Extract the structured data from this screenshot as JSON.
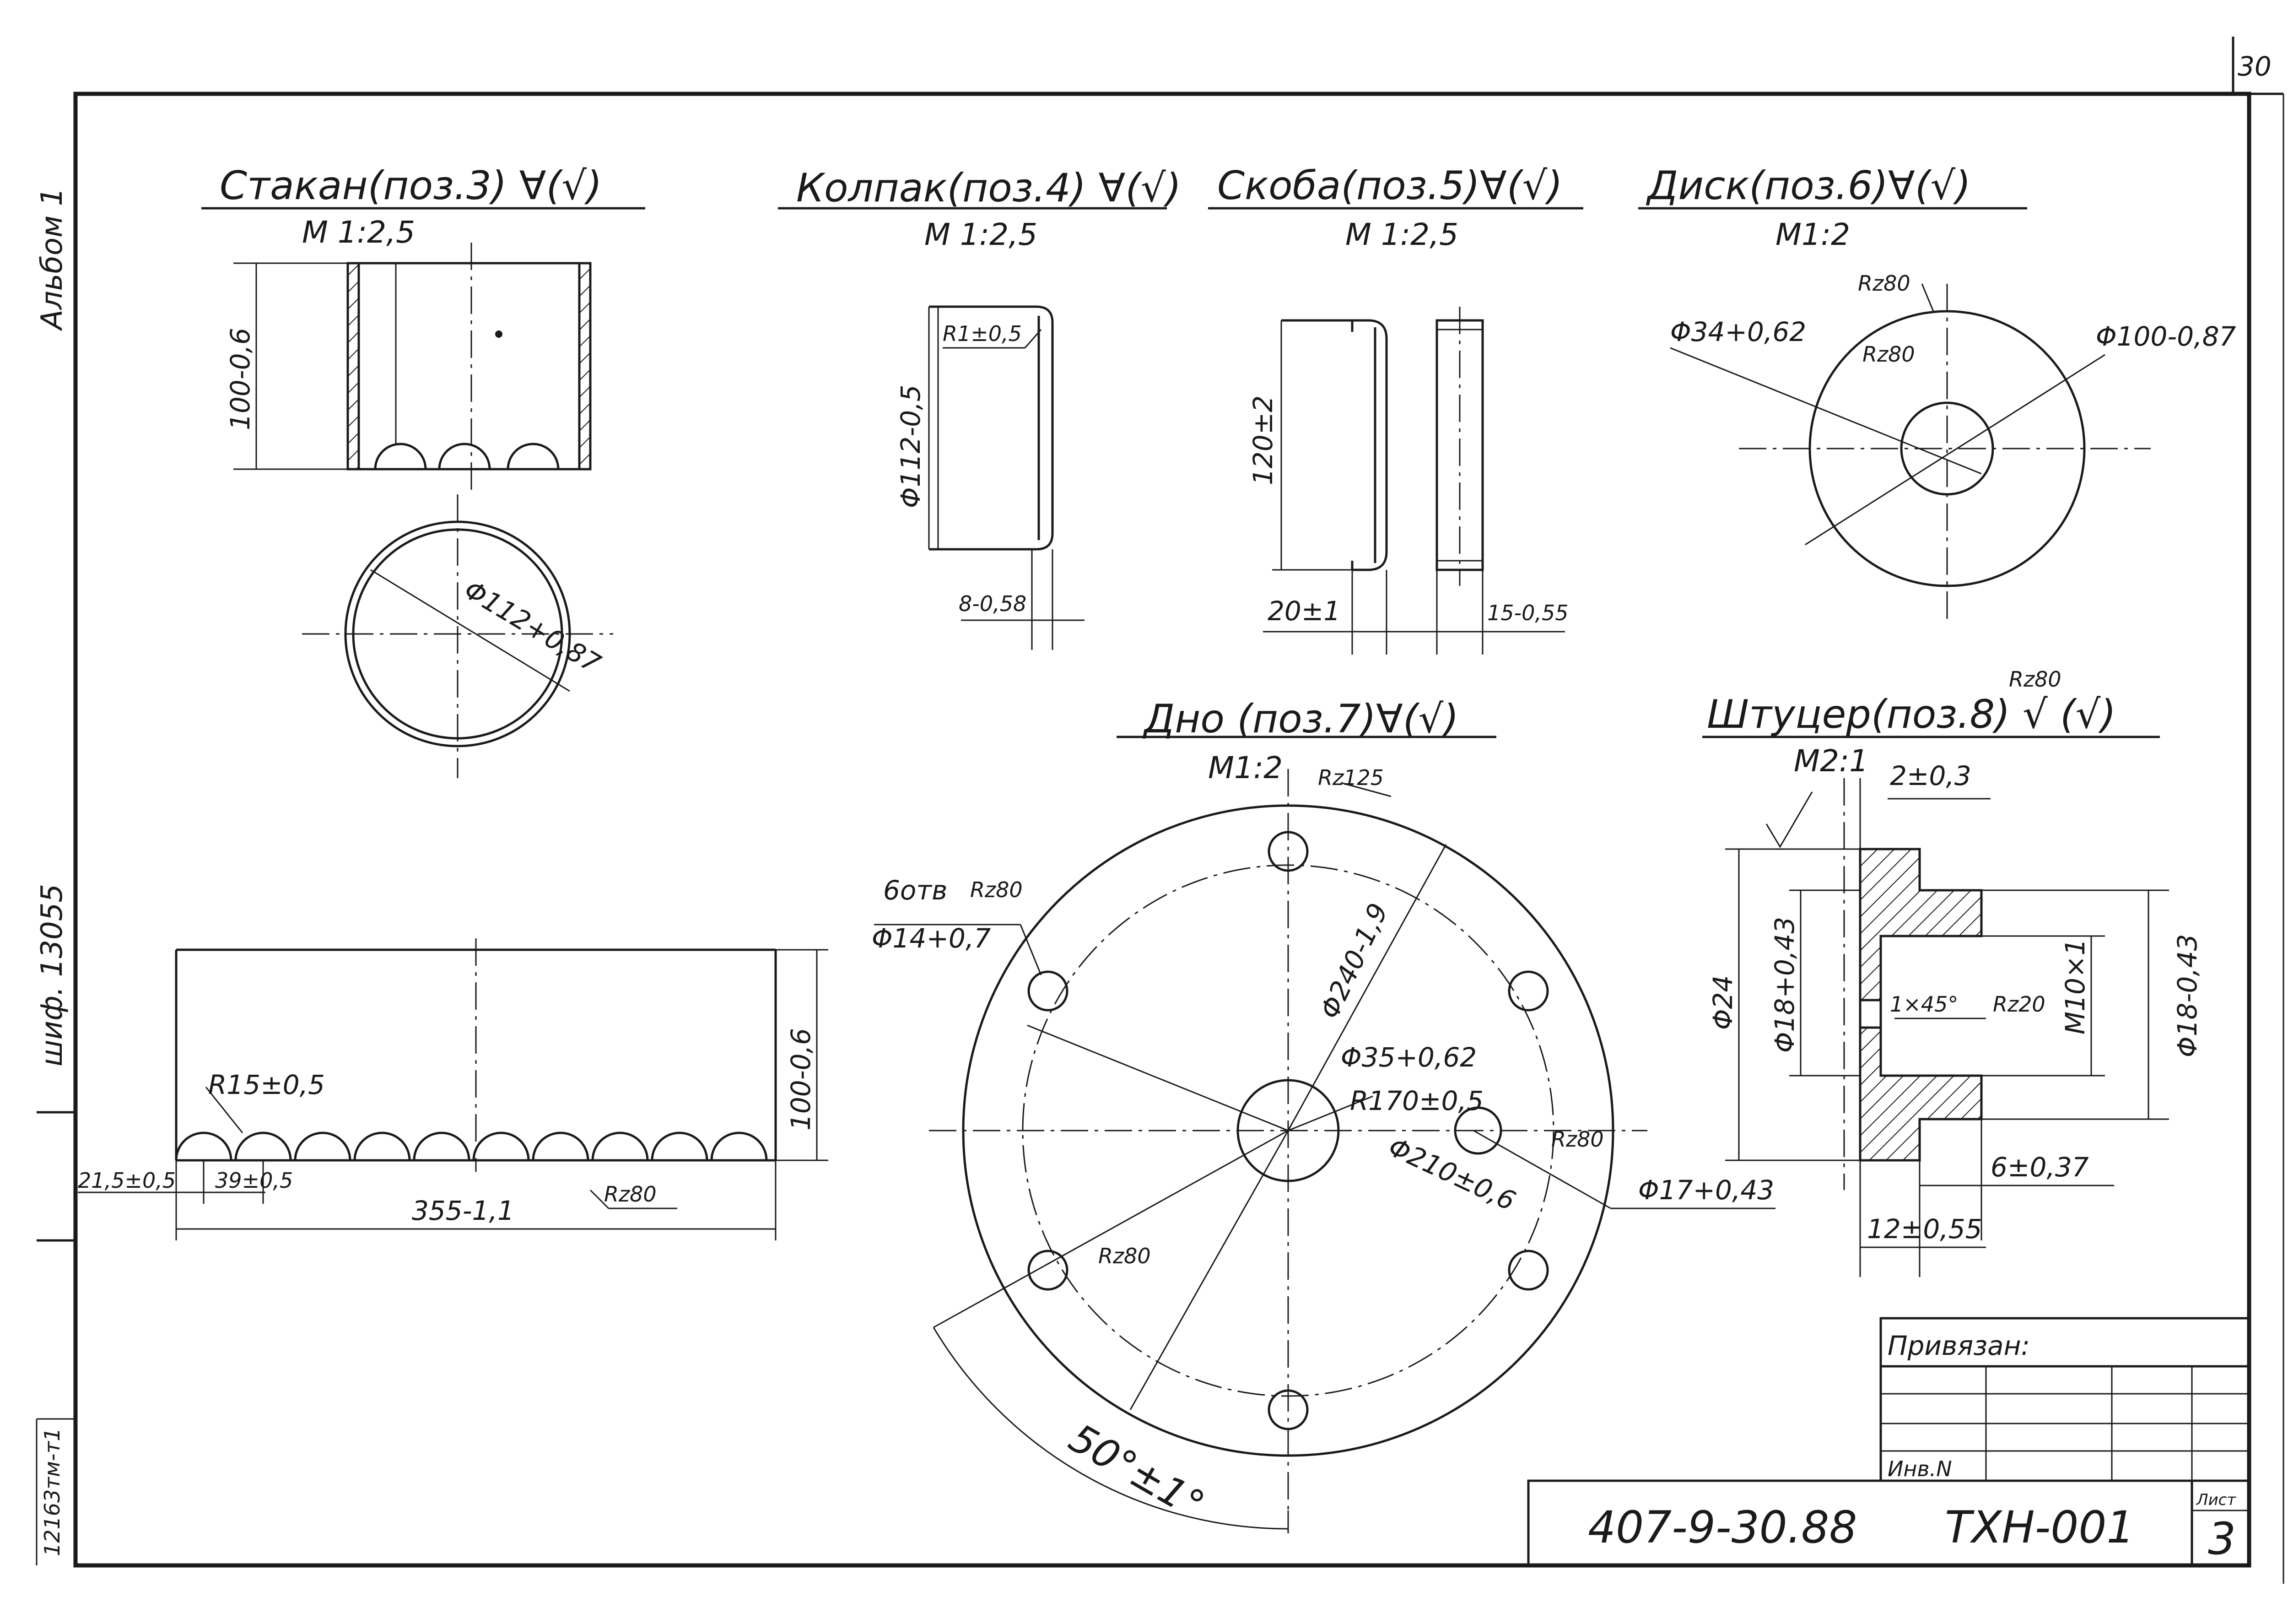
{
  "sheet": {
    "page_number": "30",
    "album_label": "Альбом 1",
    "archive_code": "шиф. 13055",
    "inventory_code": "12163тм-т1",
    "document_code": "407-9-30.88",
    "sheet_code": "ТХН-001",
    "sheet_label": "Лист",
    "sheet_number": "3",
    "attached_label": "Привязан:",
    "inventory_label": "Инв.N"
  },
  "stakan": {
    "title": "Стакан(поз.3) ∀(√)",
    "scale": "М 1:2,5",
    "dim_height": "100-0,6",
    "dim_dia": "Φ112+0,87",
    "dev_height": "100-0,6",
    "dev_radius": "R15±0,5",
    "dev_start": "21,5±0,5",
    "dev_pitch": "39±0,5",
    "dev_length": "355-1,1",
    "dev_rough": "Rz80"
  },
  "kolpak": {
    "title": "Колпак(поз.4) ∀(√)",
    "scale": "М 1:2,5",
    "dim_radius": "R1±0,5",
    "dim_dia": "Φ112-0,5",
    "dim_depth": "8-0,58"
  },
  "skoba": {
    "title": "Скоба(поз.5)∀(√)",
    "scale": "М 1:2,5",
    "dim_height": "120±2",
    "dim_flange": "20±1",
    "dim_width": "15-0,55"
  },
  "disk": {
    "title": "Диск(поз.6)∀(√)",
    "scale": "М1:2",
    "rough_outer": "Rz80",
    "rough_inner": "Rz80",
    "dim_inner": "Φ34+0,62",
    "dim_outer": "Φ100-0,87"
  },
  "dno": {
    "title": "Дно (поз.7)∀(√)",
    "scale": "М1:2",
    "rough_edge": "Rz125",
    "holes_count": "6отв",
    "holes_dia": "Φ14+0,7",
    "holes_rough": "Rz80",
    "dim_outer": "Φ240-1,9",
    "dim_center": "Φ35+0,62",
    "dim_r170": "R170±0,5",
    "dim_pcd": "Φ210±0,6",
    "dim_side_hole": "Φ17+0,43",
    "side_rough": "Rz80",
    "bottom_rough": "Rz80",
    "dim_angle": "50°±1°"
  },
  "shtutser": {
    "title": "Штуцер(поз.8)",
    "title_rough": "Rz80",
    "title_symbol": "√ (√)",
    "scale": "М2:1",
    "dim_step": "2±0,3",
    "dim_outer": "Φ24",
    "dim_bore": "Φ18+0,43",
    "dim_chamfer": "1×45°",
    "dim_rough": "Rz20",
    "dim_thread": "М10×1",
    "dim_shank": "Φ18-0,43",
    "dim_shank_len": "6±0,37",
    "dim_total": "12±0,55"
  }
}
